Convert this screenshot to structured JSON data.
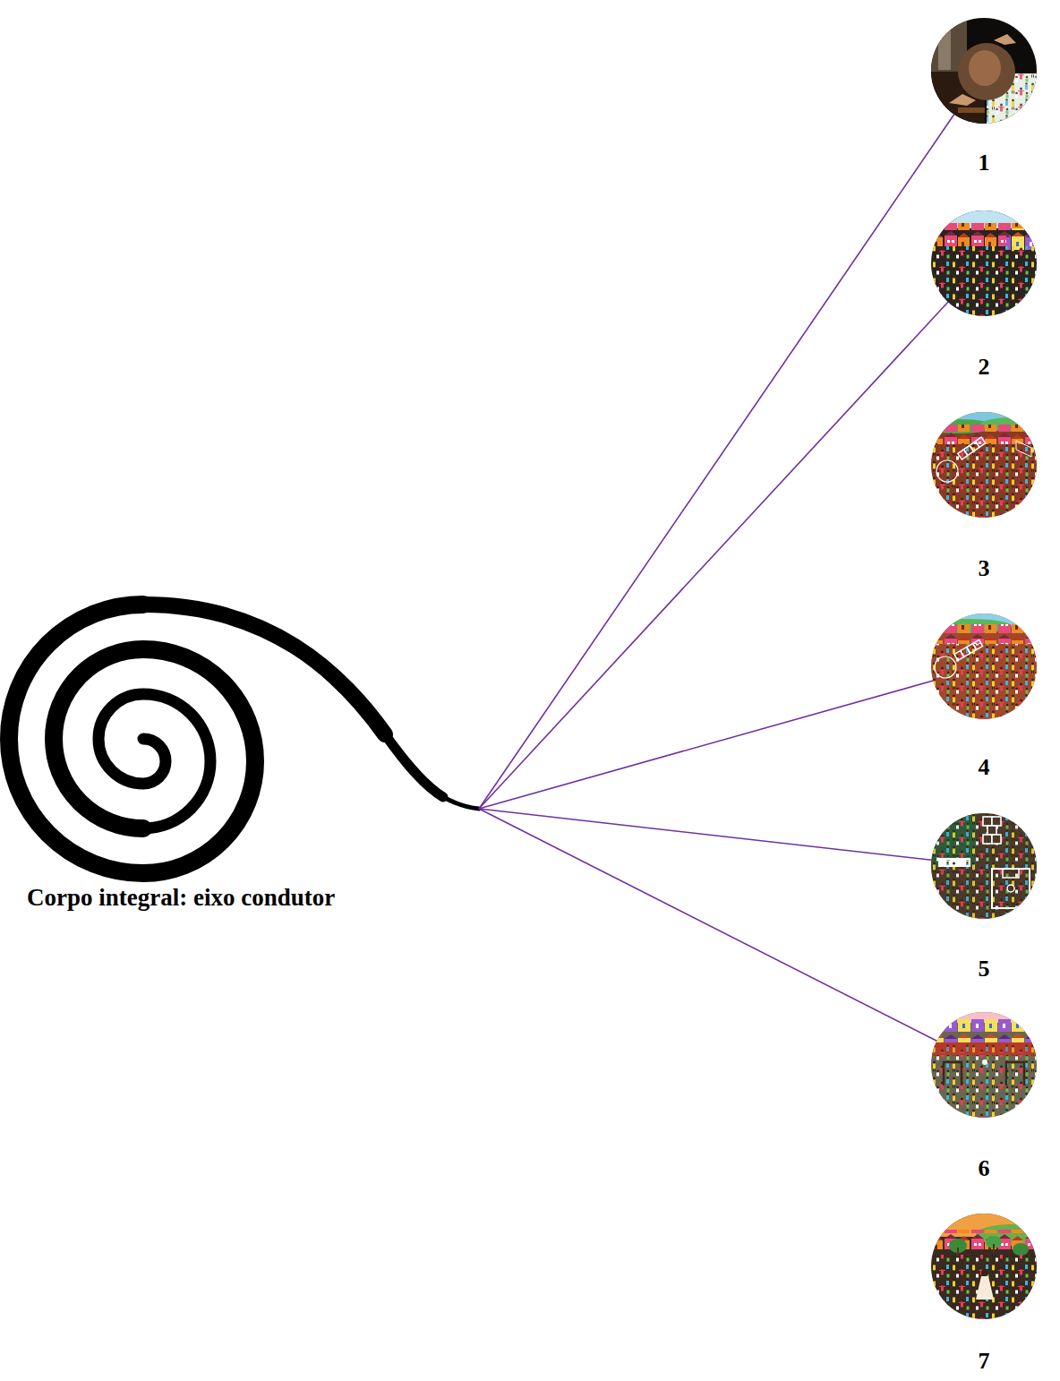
{
  "diagram": {
    "nodes": [
      {
        "text": [
          "Corpo integral: eixo condutor"
        ]
      },
      {
        "text": [
          "1"
        ]
      },
      {
        "text": [
          "2"
        ]
      },
      {
        "text": [
          "3"
        ]
      },
      {
        "text": [
          "4"
        ]
      },
      {
        "text": [
          "5"
        ]
      },
      {
        "text": [
          "6"
        ]
      },
      {
        "text": [
          "7"
        ]
      }
    ],
    "edges": [
      {
        "from": 0,
        "to": 1,
        "arrow": "none"
      },
      {
        "from": 0,
        "to": 2,
        "arrow": "none"
      },
      {
        "from": 0,
        "to": 4,
        "arrow": "none"
      },
      {
        "from": 0,
        "to": 5,
        "arrow": "none"
      },
      {
        "from": 0,
        "to": 6,
        "arrow": "none"
      }
    ]
  }
}
